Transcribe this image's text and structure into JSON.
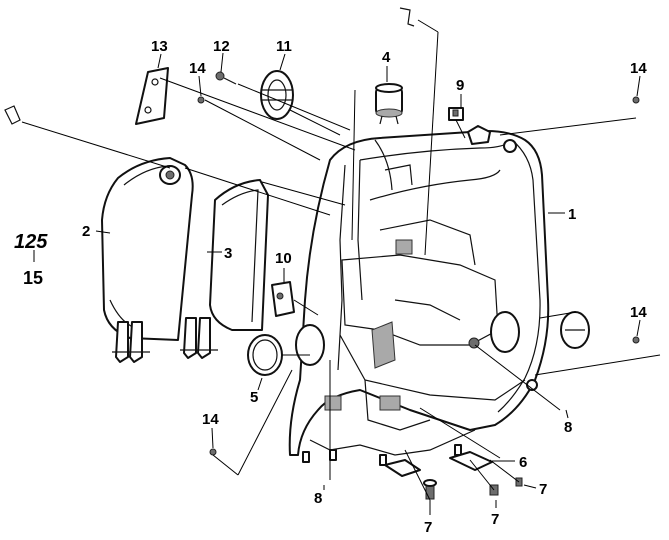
{
  "diagram": {
    "model_badge": "125",
    "callouts": [
      {
        "id": "c1",
        "label": "1"
      },
      {
        "id": "c2",
        "label": "2"
      },
      {
        "id": "c3",
        "label": "3"
      },
      {
        "id": "c4",
        "label": "4"
      },
      {
        "id": "c5",
        "label": "5"
      },
      {
        "id": "c6",
        "label": "6"
      },
      {
        "id": "c7a",
        "label": "7"
      },
      {
        "id": "c7b",
        "label": "7"
      },
      {
        "id": "c7c",
        "label": "7"
      },
      {
        "id": "c8a",
        "label": "8"
      },
      {
        "id": "c8b",
        "label": "8"
      },
      {
        "id": "c9",
        "label": "9"
      },
      {
        "id": "c10",
        "label": "10"
      },
      {
        "id": "c11",
        "label": "11"
      },
      {
        "id": "c12",
        "label": "12"
      },
      {
        "id": "c13",
        "label": "13"
      },
      {
        "id": "c14a",
        "label": "14"
      },
      {
        "id": "c14b",
        "label": "14"
      },
      {
        "id": "c14c",
        "label": "14"
      },
      {
        "id": "c14d",
        "label": "14"
      },
      {
        "id": "c15",
        "label": "15"
      }
    ]
  }
}
